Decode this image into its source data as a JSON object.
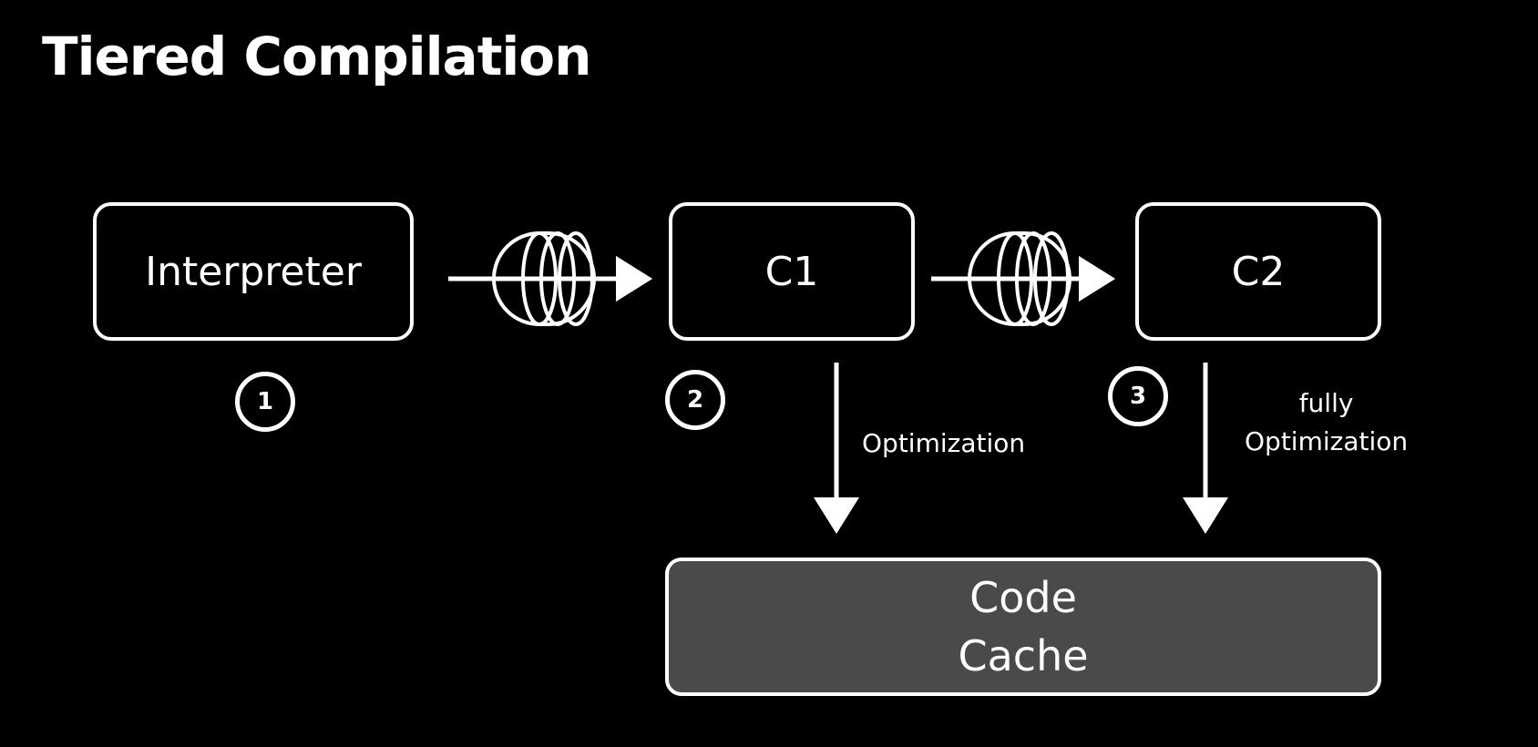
{
  "title": "Tiered Compilation",
  "nodes": {
    "interpreter": "Interpreter",
    "c1": "C1",
    "c2": "C2"
  },
  "cache": {
    "line1": "Code",
    "line2": "Cache"
  },
  "steps": [
    "1",
    "2",
    "3"
  ],
  "edge_labels": {
    "c1_to_cache": "Optimization",
    "c2_to_cache_line1": "fully",
    "c2_to_cache_line2": "Optimization"
  },
  "colors": {
    "background": "#000000",
    "stroke": "#ffffff",
    "cache_fill": "#4a4a4a"
  },
  "icons": [
    "queue-icon",
    "arrow-right-icon",
    "arrow-down-icon"
  ]
}
